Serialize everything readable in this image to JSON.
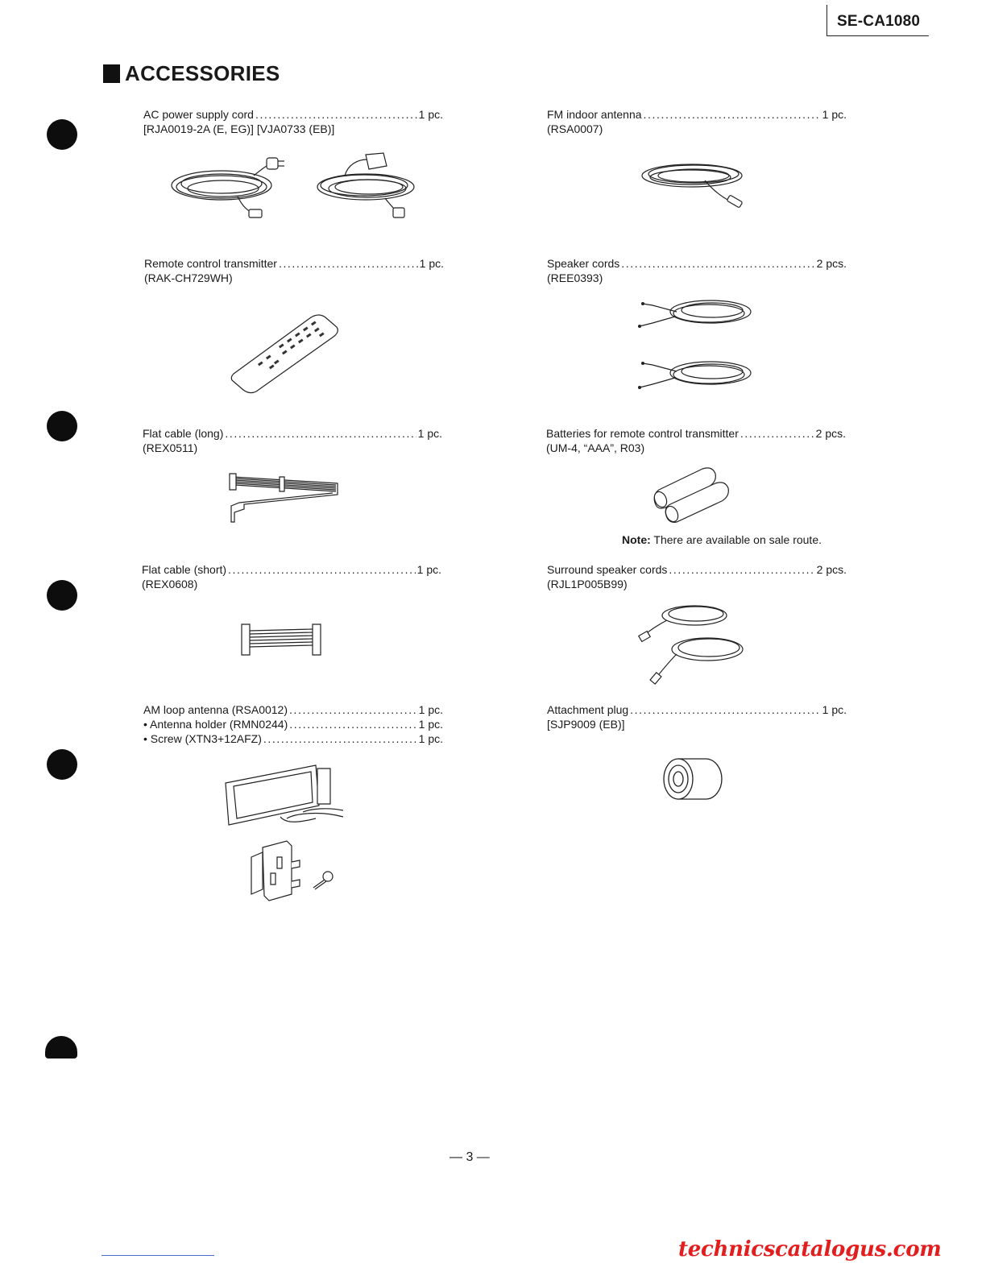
{
  "header": {
    "model": "SE-CA1080"
  },
  "section_title": "ACCESSORIES",
  "items": [
    {
      "name": "AC power supply cord",
      "qty": "1 pc.",
      "codes": [
        "[RJA0019-2A (E, EG)] [VJA0733 (EB)]"
      ]
    },
    {
      "name": "FM indoor antenna",
      "qty": "1 pc.",
      "codes": [
        "(RSA0007)"
      ]
    },
    {
      "name": "Remote control transmitter",
      "qty": "1 pc.",
      "codes": [
        "(RAK-CH729WH)"
      ]
    },
    {
      "name": "Speaker cords",
      "qty": "2 pcs.",
      "codes": [
        "(REE0393)"
      ]
    },
    {
      "name": "Flat cable (long)",
      "qty": "1 pc.",
      "codes": [
        "(REX0511)"
      ]
    },
    {
      "name": "Batteries for remote control transmitter",
      "qty": "2 pcs.",
      "codes": [
        "(UM-4, “AAA”, R03)"
      ]
    },
    {
      "name": "Flat cable (short)",
      "qty": "1 pc.",
      "codes": [
        "(REX0608)"
      ]
    },
    {
      "name": "Surround speaker cords",
      "qty": "2 pcs.",
      "codes": [
        "(RJL1P005B99)"
      ]
    },
    {
      "name": "AM loop antenna (RSA0012)",
      "qty": "1 pc.",
      "codes": []
    },
    {
      "name": "Attachment plug",
      "qty": "1 pc.",
      "codes": [
        "[SJP9009 (EB)]"
      ]
    }
  ],
  "am_sub_items": [
    {
      "name": "• Antenna holder (RMN0244)",
      "qty": "1 pc."
    },
    {
      "name": "• Screw (XTN3+12AFZ)",
      "qty": "1 pc."
    }
  ],
  "note": {
    "label": "Note:",
    "text": " There are available on sale route."
  },
  "page_number": "— 3 —",
  "footer": {
    "site": "technicscatalogus.com",
    "color": "#e21e1e"
  }
}
